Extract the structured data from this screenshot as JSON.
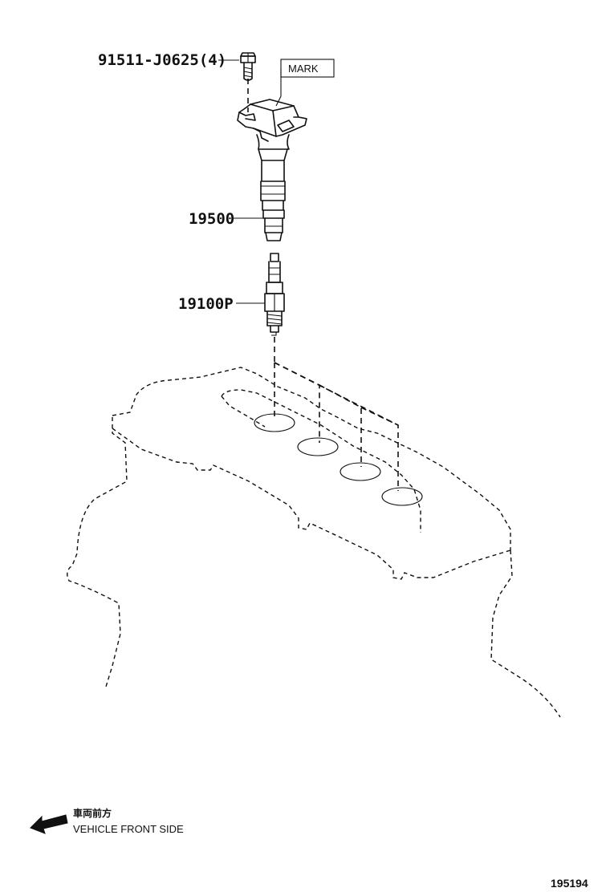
{
  "labels": {
    "bolt_part": "91511-J0625(4)",
    "mark": "MARK",
    "coil_part": "19500",
    "plug_part": "19100P",
    "front_side_jp": "車両前方",
    "front_side_en": "VEHICLE FRONT SIDE",
    "figure_id": "195194"
  }
}
